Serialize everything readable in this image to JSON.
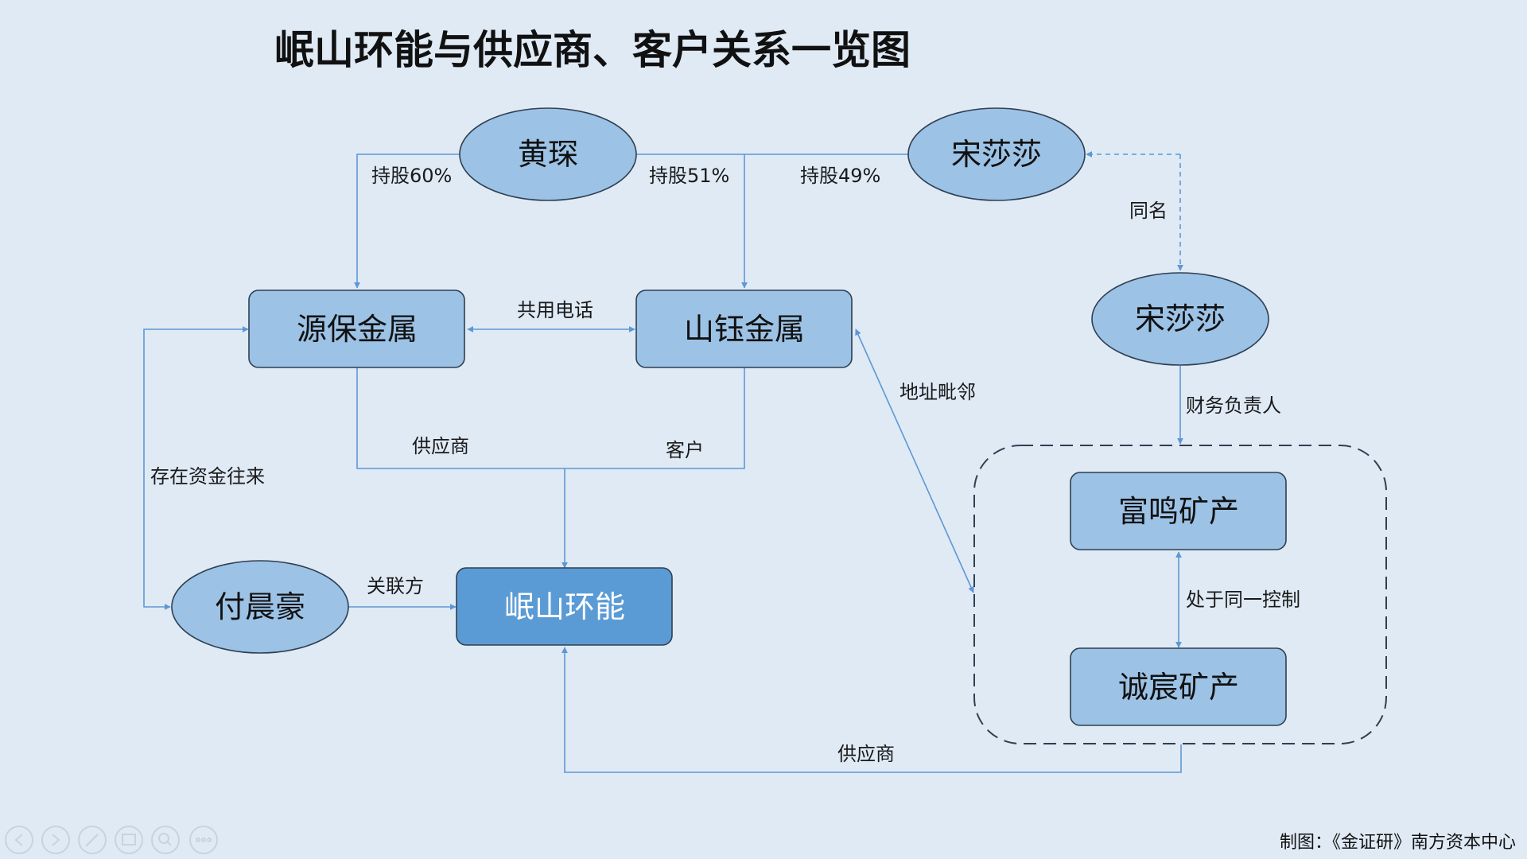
{
  "title": "岷山环能与供应商、客户关系一览图",
  "nodes": {
    "huang_shen": "黄琛",
    "song_shasha_1": "宋莎莎",
    "song_shasha_2": "宋莎莎",
    "yuanbao": "源保金属",
    "shanyu": "山钰金属",
    "fu_chenhao": "付晨豪",
    "minshan": "岷山环能",
    "fuming": "富鸣矿产",
    "chengchen": "诚宸矿产"
  },
  "edge_labels": {
    "hold60": "持股60%",
    "hold51": "持股51%",
    "hold49": "持股49%",
    "same_name": "同名",
    "shared_phone": "共用电话",
    "fund_flow": "存在资金往来",
    "supplier_1": "供应商",
    "customer": "客户",
    "address": "地址毗邻",
    "finance_head": "财务负责人",
    "related": "关联方",
    "same_control": "处于同一控制",
    "supplier_2": "供应商"
  },
  "credit": "制图：《金证研》南方资本中心",
  "colors": {
    "background": "#dfeaf5",
    "node_fill": "#9cc2e5",
    "primary_node_fill": "#5b9bd5",
    "line": "#5f97d4",
    "node_border": "#2f3f52"
  },
  "playback_controls": [
    "previous-icon",
    "next-icon",
    "pen-icon",
    "screen-icon",
    "zoom-icon",
    "more-icon"
  ]
}
